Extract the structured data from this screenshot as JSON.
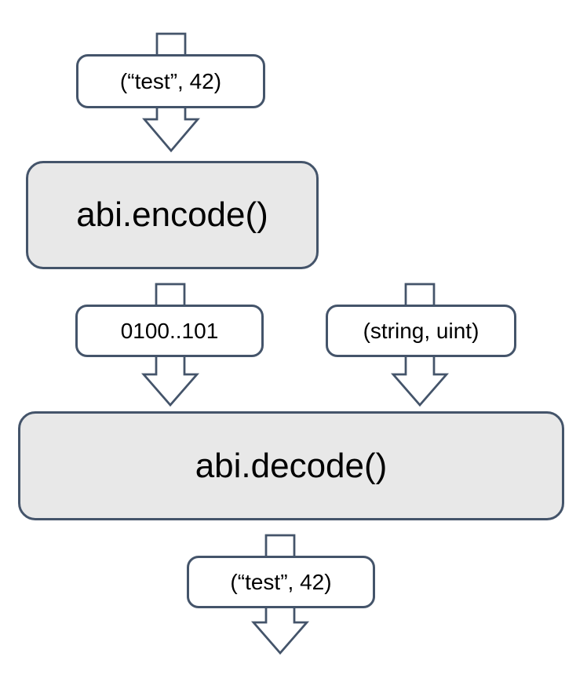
{
  "diagram": {
    "description": "ABI encode/decode flow",
    "nodes": [
      {
        "id": "input-tuple",
        "label": "(“test”, 42)",
        "kind": "data"
      },
      {
        "id": "encode",
        "label": "abi.encode()",
        "kind": "process"
      },
      {
        "id": "encoded-bytes",
        "label": "0100..101",
        "kind": "data"
      },
      {
        "id": "types-tuple",
        "label": "(string, uint)",
        "kind": "data"
      },
      {
        "id": "decode",
        "label": "abi.decode()",
        "kind": "process"
      },
      {
        "id": "output-tuple",
        "label": "(“test”, 42)",
        "kind": "data"
      }
    ],
    "arrows": [
      {
        "name": "arrow-input-to-encode",
        "through": "input-tuple"
      },
      {
        "name": "arrow-bytes-to-decode",
        "through": "encoded-bytes"
      },
      {
        "name": "arrow-types-to-decode",
        "through": "types-tuple"
      },
      {
        "name": "arrow-decode-to-output",
        "through": "output-tuple"
      }
    ],
    "colors": {
      "stroke": "#44546A",
      "process_fill": "#E8E8E8",
      "data_fill": "#FFFFFF",
      "text": "#000000",
      "background": "#FFFFFF"
    }
  }
}
